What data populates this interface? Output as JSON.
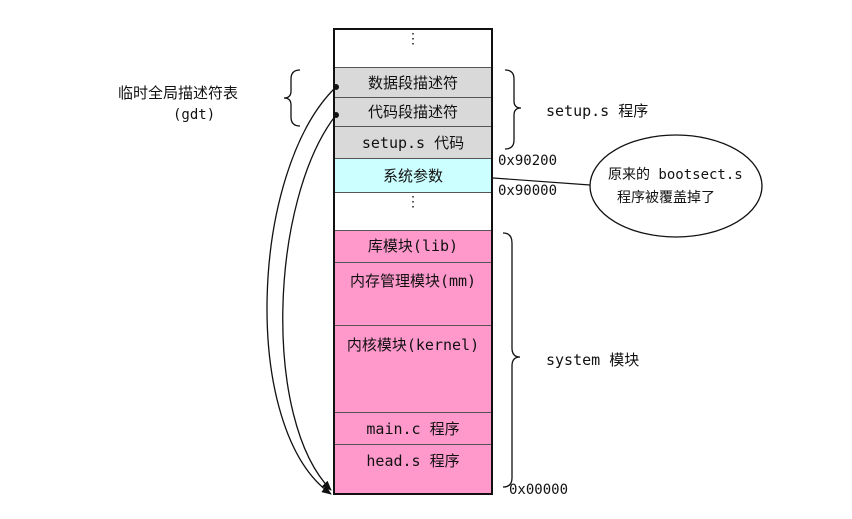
{
  "memory_blocks": {
    "data_seg": "数据段描述符",
    "code_seg": "代码段描述符",
    "setup_code": "setup.s 代码",
    "sys_params": "系统参数",
    "lib": "库模块(lib)",
    "mm": "内存管理模块(mm)",
    "kernel": "内核模块(kernel)",
    "main": "main.c 程序",
    "head": "head.s 程序"
  },
  "ellipsis": "⋮",
  "addresses": {
    "a90200": "0x90200",
    "a90000": "0x90000",
    "a00000": "0x00000"
  },
  "labels": {
    "gdt_line1": "临时全局描述符表",
    "gdt_line2": "(gdt)",
    "setup_module": "setup.s 程序",
    "system_module": "system 模块",
    "callout_line1": "原来的 bootsect.s",
    "callout_line2": "程序被覆盖掉了"
  },
  "colors": {
    "gray": "#d9d9d9",
    "cyan": "#ccffff",
    "pink": "#ff99cc"
  }
}
